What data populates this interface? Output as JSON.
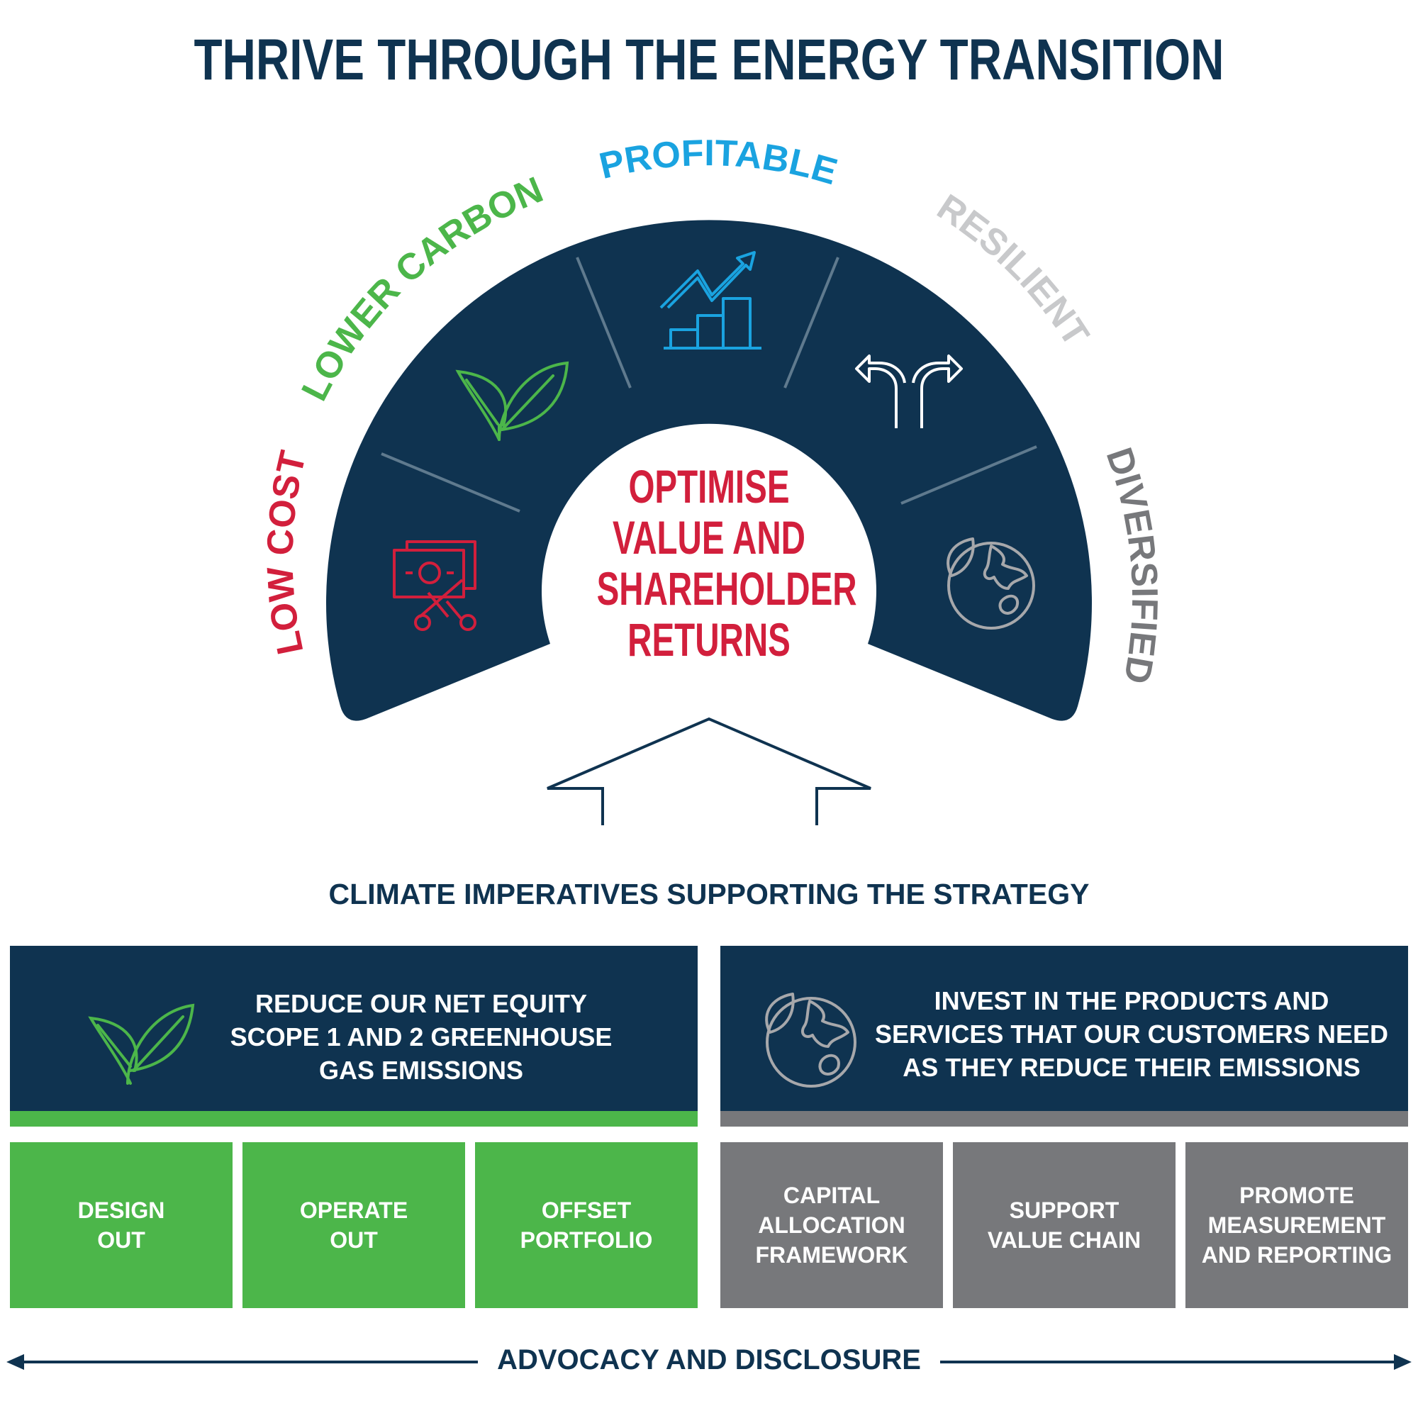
{
  "title": "THRIVE THROUGH THE ENERGY TRANSITION",
  "arc": {
    "center_lines": [
      "OPTIMISE",
      "VALUE AND",
      "SHAREHOLDER",
      "RETURNS"
    ],
    "segments": [
      {
        "label": "LOW COST",
        "color": "#d21f3c",
        "icon": "money-cut-icon"
      },
      {
        "label": "LOWER CARBON",
        "color": "#4cb64a",
        "icon": "leaf-icon"
      },
      {
        "label": "PROFITABLE",
        "color": "#1aa3e0",
        "icon": "growth-chart-icon"
      },
      {
        "label": "RESILIENT",
        "color": "#c8c9cb",
        "icon": "split-arrow-icon"
      },
      {
        "label": "DIVERSIFIED",
        "color": "#77787b",
        "icon": "globe-leaf-icon"
      }
    ]
  },
  "section_title": "CLIMATE IMPERATIVES SUPPORTING THE STRATEGY",
  "left_header": {
    "lines": [
      "REDUCE OUR NET EQUITY",
      "SCOPE 1 AND 2 GREENHOUSE",
      "GAS EMISSIONS"
    ],
    "icon": "leaf-icon",
    "strip_color": "#4cb64a"
  },
  "right_header": {
    "lines": [
      "INVEST IN THE PRODUCTS AND",
      "SERVICES THAT OUR CUSTOMERS NEED",
      "AS THEY REDUCE THEIR EMISSIONS"
    ],
    "icon": "globe-leaf-icon",
    "strip_color": "#77787b"
  },
  "left_boxes": [
    {
      "lines": [
        "DESIGN",
        "OUT"
      ]
    },
    {
      "lines": [
        "OPERATE",
        "OUT"
      ]
    },
    {
      "lines": [
        "OFFSET",
        "PORTFOLIO"
      ]
    }
  ],
  "right_boxes": [
    {
      "lines": [
        "CAPITAL",
        "ALLOCATION",
        "FRAMEWORK"
      ]
    },
    {
      "lines": [
        "SUPPORT",
        "VALUE CHAIN"
      ]
    },
    {
      "lines": [
        "PROMOTE",
        "MEASUREMENT",
        "AND REPORTING"
      ]
    }
  ],
  "footer": "ADVOCACY AND DISCLOSURE",
  "colors": {
    "navy": "#0f3350",
    "red": "#d21f3c",
    "green": "#4cb64a",
    "blue": "#1aa3e0",
    "grey": "#77787b",
    "light_grey": "#c8c9cb"
  }
}
